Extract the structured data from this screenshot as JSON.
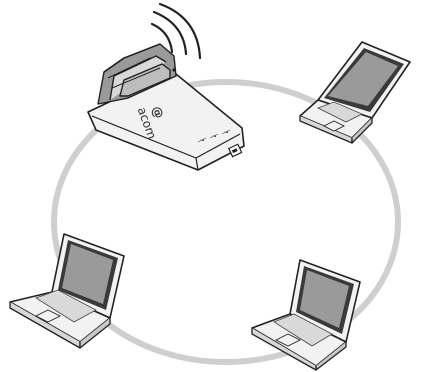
{
  "diagram": {
    "hub": {
      "label": "access-point",
      "brand_text": "acom",
      "status_leds": 3,
      "signal_arcs": 3
    },
    "ring": {
      "shape": "ellipse",
      "color": "#cfcfcf"
    },
    "clients": [
      {
        "label": "laptop-top-right"
      },
      {
        "label": "laptop-bottom-left"
      },
      {
        "label": "laptop-bottom-right"
      }
    ],
    "colors": {
      "outline": "#222222",
      "device_body": "#f2f2f2",
      "screen": "#9a9a9a",
      "screen_frame": "#3a3a3a",
      "ring": "#cfcfcf"
    }
  }
}
